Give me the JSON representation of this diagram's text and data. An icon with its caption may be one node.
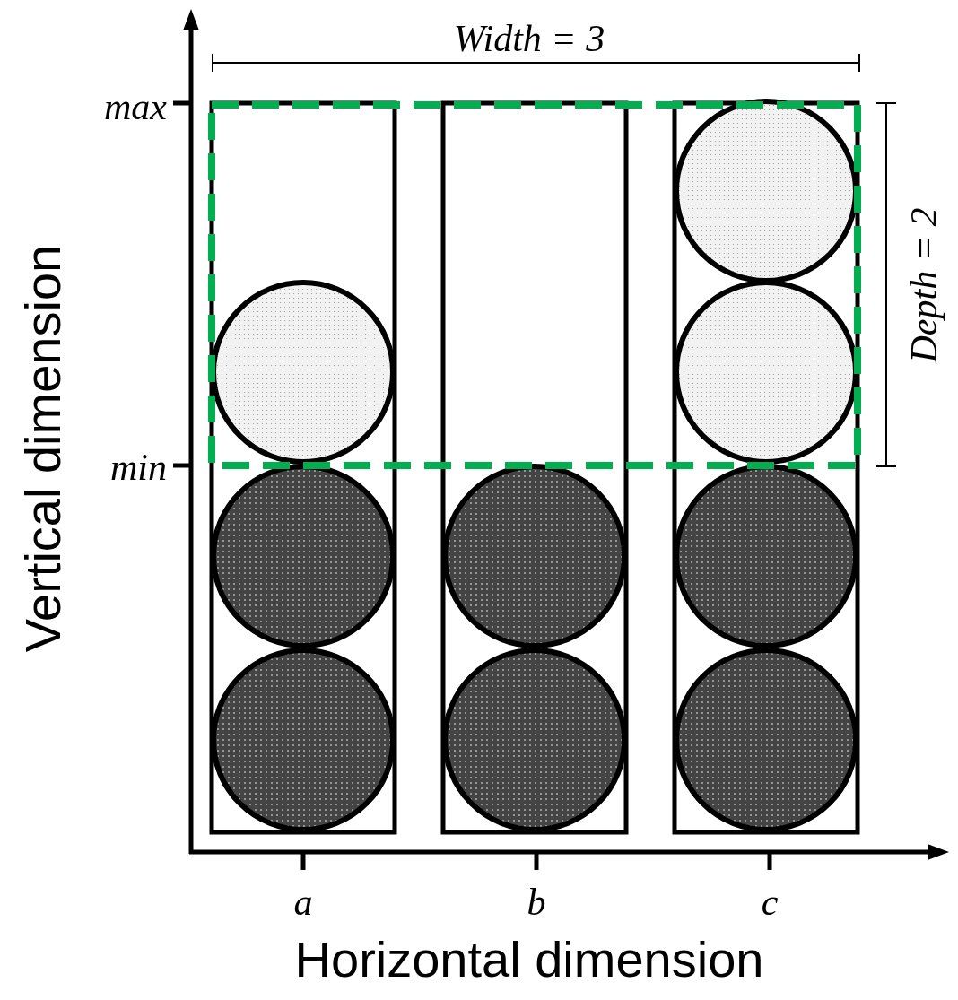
{
  "diagram": {
    "nodes": [
      {
        "text": [],
        "shape": "box"
      }
    ],
    "labels": [
      "Width = 3",
      "max",
      "min",
      "Depth = 2",
      "Vertical dimension",
      "a",
      "b",
      "c",
      "Horizontal dimension"
    ]
  }
}
